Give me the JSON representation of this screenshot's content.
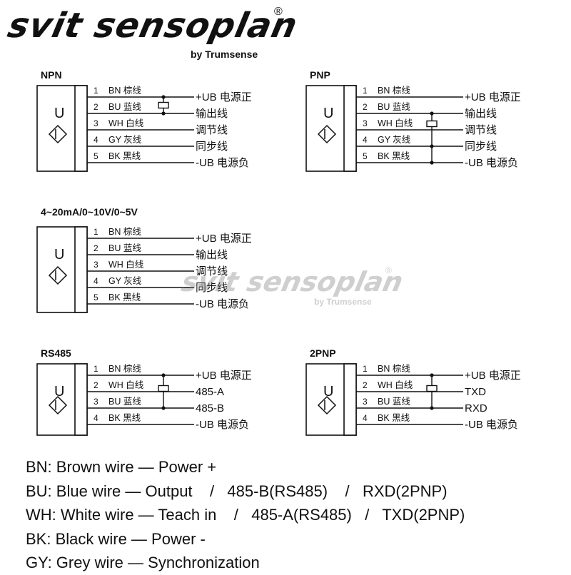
{
  "brand": {
    "name": "svit sensoplan",
    "registered": "®",
    "sub": "by Trumsense"
  },
  "watermark": {
    "name": "svit sensoplan",
    "registered": "®",
    "sub": "by Trumsense"
  },
  "sensor_symbol": "U",
  "diagrams": [
    {
      "id": "npn",
      "title": "NPN",
      "wires": [
        {
          "num": "1",
          "code": "BN 棕线",
          "label": "+UB 电源正"
        },
        {
          "num": "2",
          "code": "BU 蓝线",
          "label": "输出线"
        },
        {
          "num": "3",
          "code": "WH 白线",
          "label": "调节线"
        },
        {
          "num": "4",
          "code": "GY 灰线",
          "label": "同步线"
        },
        {
          "num": "5",
          "code": "BK 黑线",
          "label": "-UB 电源负"
        }
      ]
    },
    {
      "id": "pnp",
      "title": "PNP",
      "wires": [
        {
          "num": "1",
          "code": "BN 棕线",
          "label": "+UB 电源正"
        },
        {
          "num": "2",
          "code": "BU 蓝线",
          "label": "输出线"
        },
        {
          "num": "3",
          "code": "WH 白线",
          "label": "调节线"
        },
        {
          "num": "4",
          "code": "GY 灰线",
          "label": "同步线"
        },
        {
          "num": "5",
          "code": "BK 黑线",
          "label": "-UB 电源负"
        }
      ]
    },
    {
      "id": "analog",
      "title": "4~20mA/0~10V/0~5V",
      "wires": [
        {
          "num": "1",
          "code": "BN 棕线",
          "label": "+UB 电源正"
        },
        {
          "num": "2",
          "code": "BU 蓝线",
          "label": "输出线"
        },
        {
          "num": "3",
          "code": "WH 白线",
          "label": "调节线"
        },
        {
          "num": "4",
          "code": "GY 灰线",
          "label": "同步线"
        },
        {
          "num": "5",
          "code": "BK 黑线",
          "label": "-UB 电源负"
        }
      ]
    },
    {
      "id": "rs485",
      "title": "RS485",
      "wires": [
        {
          "num": "1",
          "code": "BN 棕线",
          "label": "+UB 电源正"
        },
        {
          "num": "2",
          "code": "WH 白线",
          "label": "485-A"
        },
        {
          "num": "3",
          "code": "BU 蓝线",
          "label": "485-B"
        },
        {
          "num": "4",
          "code": "BK 黑线",
          "label": "-UB 电源负"
        }
      ]
    },
    {
      "id": "2pnp",
      "title": "2PNP",
      "wires": [
        {
          "num": "1",
          "code": "BN 棕线",
          "label": "+UB 电源正"
        },
        {
          "num": "2",
          "code": "WH 白线",
          "label": "TXD"
        },
        {
          "num": "3",
          "code": "BU 蓝线",
          "label": "RXD"
        },
        {
          "num": "4",
          "code": "BK 黑线",
          "label": "-UB 电源负"
        }
      ]
    }
  ],
  "legend": [
    "BN: Brown wire — Power +",
    "BU: Blue wire — Output    /   485-B(RS485)    /   RXD(2PNP)",
    "WH: White wire — Teach in    /   485-A(RS485)   /   TXD(2PNP)",
    "BK: Black wire — Power -",
    "GY: Grey wire — Synchronization"
  ]
}
